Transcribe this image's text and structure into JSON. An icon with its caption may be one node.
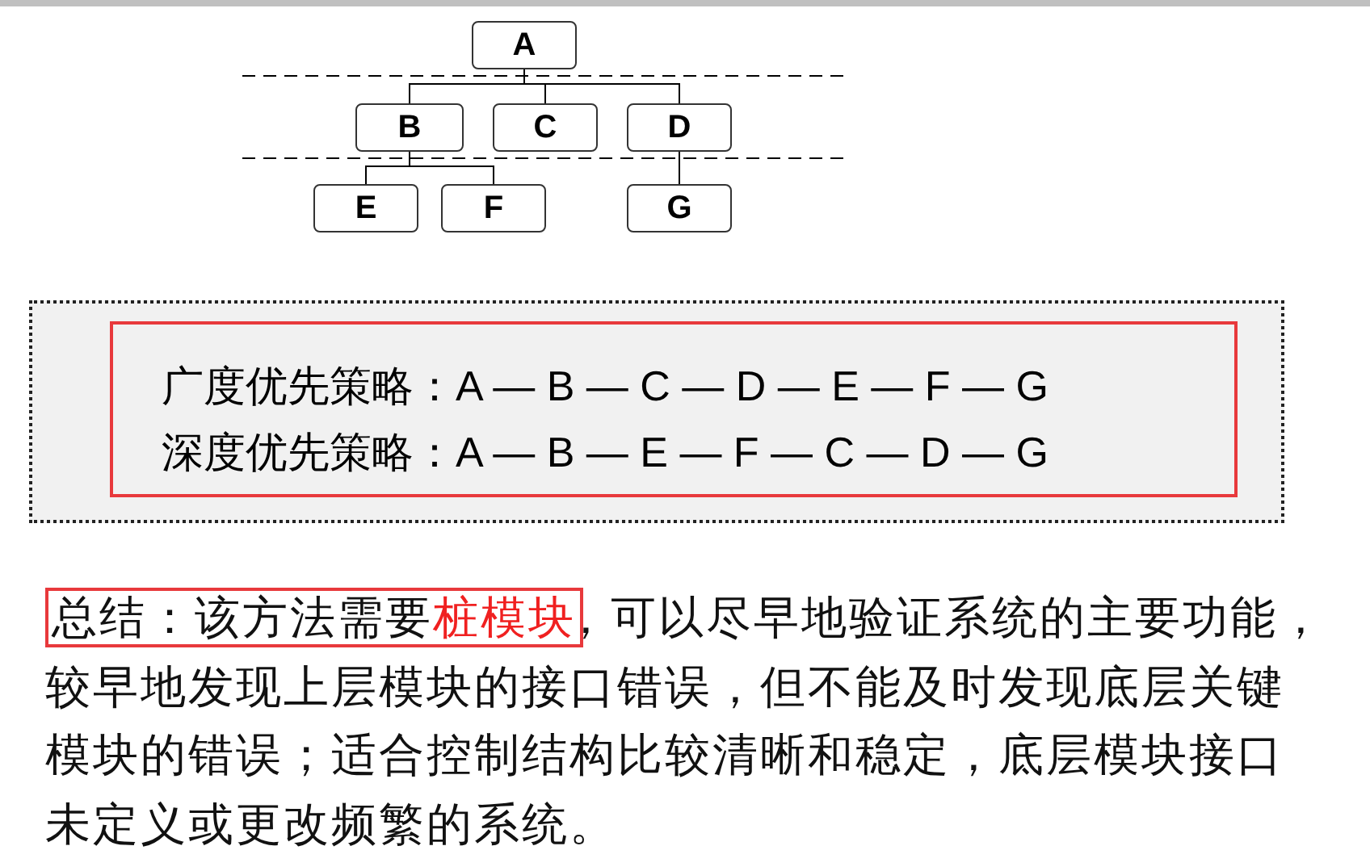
{
  "diagram": {
    "nodes": [
      {
        "text": [
          "A"
        ]
      },
      {
        "text": [
          "B"
        ]
      },
      {
        "text": [
          "C"
        ]
      },
      {
        "text": [
          "D"
        ]
      },
      {
        "text": [
          "E"
        ]
      },
      {
        "text": [
          "F"
        ]
      },
      {
        "text": [
          "G"
        ]
      },
      {
        "text": [
          "广度优先策略：A — B — C — D — E — F — G",
          "深度优先策略：A — B — E — F — C — D — G"
        ]
      },
      {
        "text": [
          "总结：该方法需要",
          "桩模块"
        ]
      }
    ],
    "edges": [
      {
        "from": 0,
        "to": 1,
        "arrow": "none"
      },
      {
        "from": 0,
        "to": 2,
        "arrow": "none"
      },
      {
        "from": 0,
        "to": 3,
        "arrow": "none"
      },
      {
        "from": 1,
        "to": 4,
        "arrow": "none"
      },
      {
        "from": 1,
        "to": 5,
        "arrow": "none"
      },
      {
        "from": 3,
        "to": 6,
        "arrow": "none"
      }
    ],
    "labels": [
      "，可以尽早地验证系统的主要功能，较早地发现上层模块的接口错误，但不能及时发现底层关键模块的错误；适合控制结构比较清晰和稳定，底层模块接口未定义或更改频繁的系统。"
    ]
  }
}
